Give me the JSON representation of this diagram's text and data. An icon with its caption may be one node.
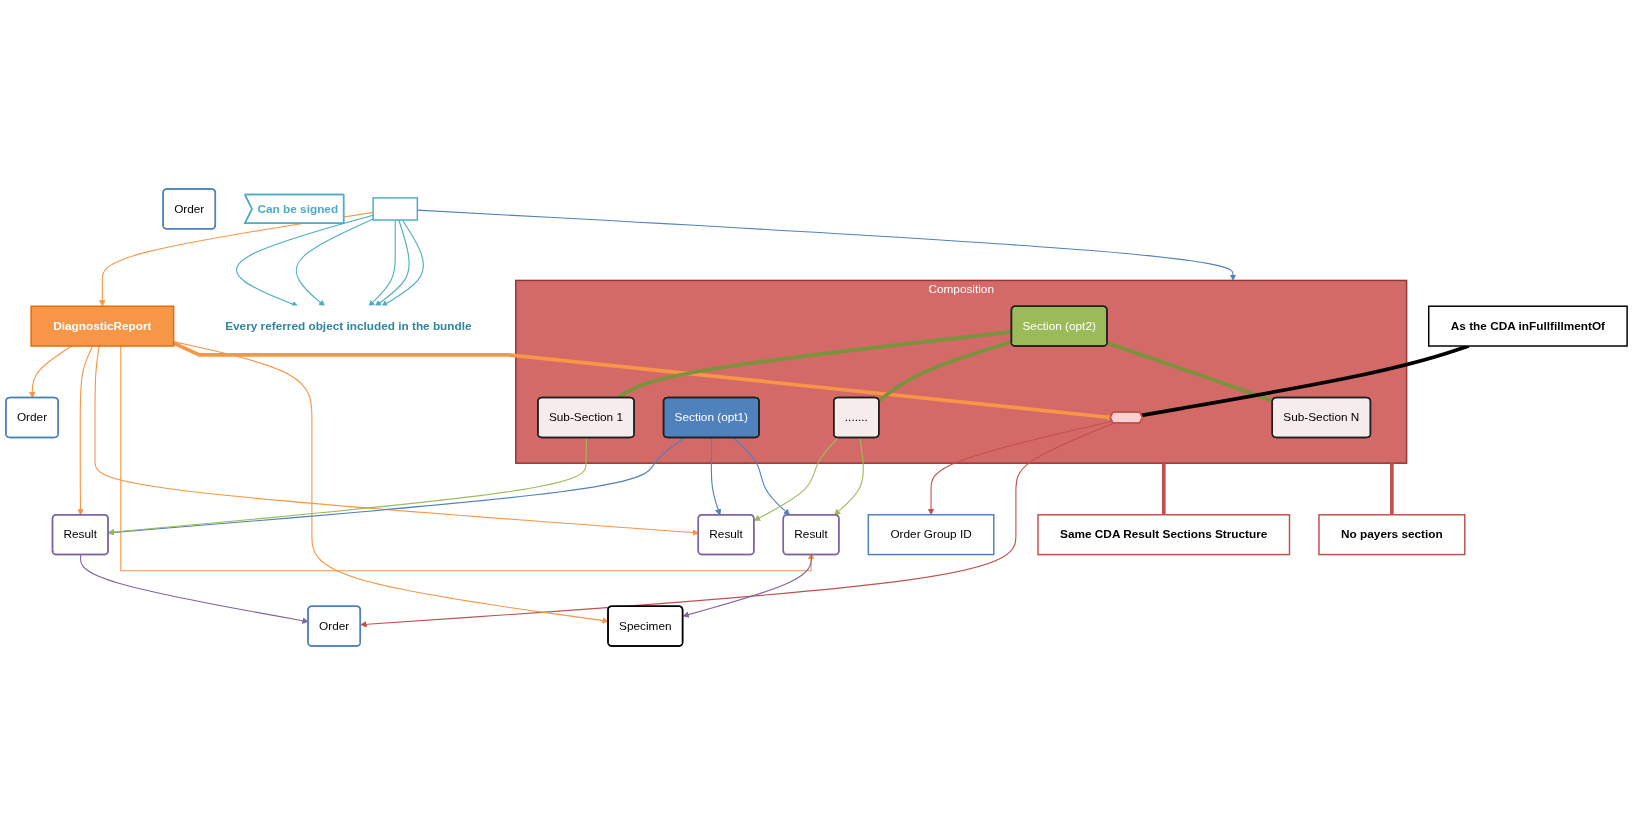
{
  "diagram": {
    "nodes": [
      {
        "text": [],
        "shape": "box"
      },
      {
        "text": [
          "Can be signed"
        ]
      },
      {
        "text": [
          "DiagnosticReport"
        ]
      },
      {
        "text": [
          "Composition"
        ]
      },
      {
        "text": [],
        "shape": "pentagon",
        "in": 3
      },
      {
        "text": [
          "As the CDA inFullfillmentOf"
        ]
      },
      {
        "text": [
          "Every referred object included in the bundle"
        ]
      },
      {
        "text": [
          "Order Group ID"
        ]
      },
      {
        "text": [
          "Order"
        ]
      },
      {
        "text": [
          "Order"
        ]
      },
      {
        "text": [
          "Order"
        ]
      },
      {
        "text": [
          "Section (opt1)"
        ],
        "in": 3
      },
      {
        "text": [
          "Section (opt2)"
        ],
        "in": 3
      },
      {
        "text": [
          "Sub-Section 1"
        ],
        "in": 3
      },
      {
        "text": [
          "......."
        ],
        "in": 3
      },
      {
        "text": [
          "Sub-Section N"
        ],
        "in": 3
      },
      {
        "text": [
          "Result"
        ]
      },
      {
        "text": [
          "Result"
        ]
      },
      {
        "text": [
          "Result"
        ]
      },
      {
        "text": [
          "Specimen"
        ]
      },
      {
        "text": [
          "Same CDA Result Sections Structure"
        ]
      },
      {
        "text": [
          "No payers section"
        ]
      }
    ],
    "edges": [
      {
        "from": 0,
        "to": 2,
        "arrow": "to",
        "color": "#f79646"
      },
      {
        "from": 0,
        "to": 6,
        "arrow": "to",
        "color": "#4bacc6"
      },
      {
        "from": 0,
        "to": 6,
        "arrow": "to",
        "color": "#4bacc6"
      },
      {
        "from": 0,
        "to": 6,
        "arrow": "to",
        "color": "#4bacc6"
      },
      {
        "from": 0,
        "to": 6,
        "arrow": "to",
        "color": "#4bacc6"
      },
      {
        "from": 0,
        "to": 6,
        "arrow": "to",
        "color": "#4bacc6"
      },
      {
        "from": 0,
        "to": 3,
        "arrow": "to",
        "color": "#4f81bd"
      },
      {
        "from": 2,
        "to": 4,
        "arrow": "to",
        "style": "thick",
        "color": "#f79646"
      },
      {
        "from": 4,
        "to": 7,
        "arrow": "to",
        "color": "#c0504d"
      },
      {
        "from": 4,
        "to": 10,
        "arrow": "to",
        "color": "#c0504d"
      },
      {
        "from": 2,
        "to": 8,
        "arrow": "to",
        "color": "#f79646"
      },
      {
        "from": 2,
        "to": 16,
        "arrow": "to",
        "color": "#f79646"
      },
      {
        "from": 2,
        "to": 17,
        "arrow": "to",
        "color": "#f79646"
      },
      {
        "from": 2,
        "to": 18,
        "arrow": "to",
        "color": "#f79646"
      },
      {
        "from": 2,
        "to": 19,
        "arrow": "to",
        "color": "#f79646"
      },
      {
        "from": 16,
        "to": 10,
        "arrow": "to",
        "color": "#8064a2"
      },
      {
        "from": 18,
        "to": 19,
        "arrow": "to",
        "color": "#8064a2"
      },
      {
        "from": 11,
        "to": 16,
        "arrow": "to",
        "color": "#4f81bd"
      },
      {
        "from": 11,
        "to": 17,
        "arrow": "to",
        "color": "#4f81bd"
      },
      {
        "from": 11,
        "to": 18,
        "arrow": "to",
        "color": "#4f81bd"
      },
      {
        "from": 12,
        "to": 13,
        "arrow": "none",
        "style": "thick",
        "color": "#77933c"
      },
      {
        "from": 12,
        "to": 14,
        "arrow": "none",
        "style": "thick",
        "color": "#77933c"
      },
      {
        "from": 12,
        "to": 15,
        "arrow": "none",
        "style": "thick",
        "color": "#77933c"
      },
      {
        "from": 13,
        "to": 16,
        "arrow": "to",
        "color": "#9bbb59"
      },
      {
        "from": 14,
        "to": 17,
        "arrow": "to",
        "color": "#9bbb59"
      },
      {
        "from": 14,
        "to": 18,
        "arrow": "to",
        "color": "#9bbb59"
      },
      {
        "from": 5,
        "to": 4,
        "arrow": "none",
        "style": "thick",
        "color": "#000000"
      },
      {
        "from": 20,
        "to": 3,
        "arrow": "none",
        "style": "thick",
        "color": "#c0504d"
      },
      {
        "from": 21,
        "to": 3,
        "arrow": "none",
        "style": "thick",
        "color": "#c0504d"
      }
    ]
  }
}
